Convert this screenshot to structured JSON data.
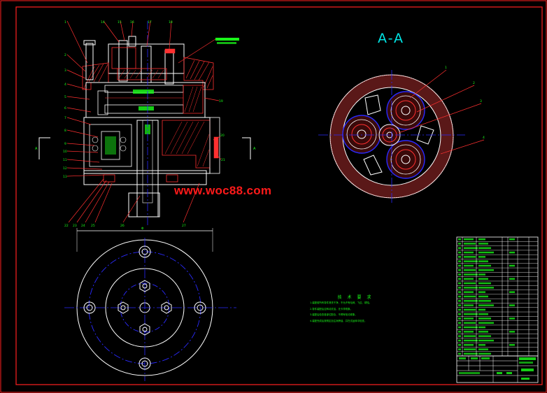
{
  "section_label": "A-A",
  "watermark": "www.woc88.com",
  "technical_requirements": {
    "title": "技 术 要 求",
    "items": [
      "1.装配前所有零件清洗干净，不允许有毛刺、飞边、锈蚀。",
      "2.零件装配后应转动灵活，无卡滞现象。",
      "3.装配后检查各部位配合，不得有松动现象。",
      "4.装配完成后按规定加注润滑油，并在试运转中检查。"
    ]
  },
  "colors": {
    "background": "#000000",
    "frame": "#ff2020",
    "outline": "#ffffff",
    "hatch": "#ff3030",
    "centerline": "#2a2aff",
    "leader": "#ff3030",
    "balloon_text": "#1aff1a",
    "section_title": "#00e5e5",
    "watermark": "#ff1a1a",
    "notes_text": "#1aff1a"
  }
}
